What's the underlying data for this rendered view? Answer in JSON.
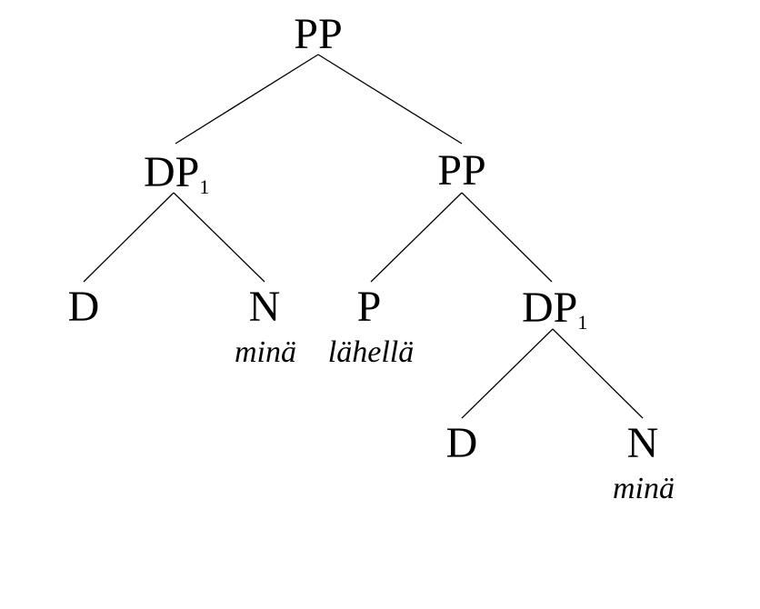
{
  "tree": {
    "root": {
      "label": "PP"
    },
    "dp_left": {
      "label": "DP",
      "subscript": "1"
    },
    "pp_right": {
      "label": "PP"
    },
    "d_left": {
      "label": "D"
    },
    "n_left": {
      "label": "N",
      "word": "minä"
    },
    "p_node": {
      "label": "P",
      "word": "lähellä"
    },
    "dp_right": {
      "label": "DP",
      "subscript": "1"
    },
    "d_right": {
      "label": "D"
    },
    "n_right": {
      "label": "N",
      "word": "minä"
    }
  },
  "colors": {
    "ink": "#000000",
    "background": "#ffffff"
  }
}
